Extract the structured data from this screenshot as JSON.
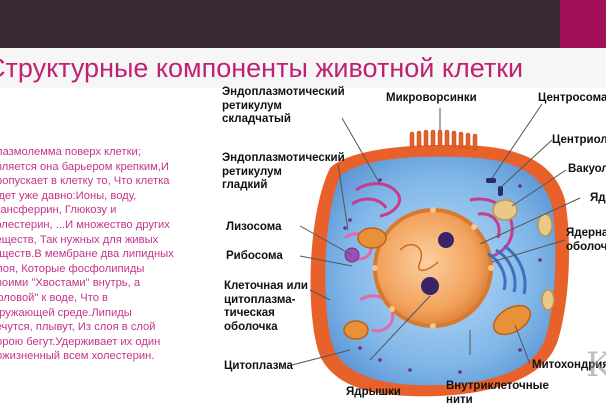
{
  "slide": {
    "title": "Структурные компоненты животной клетки",
    "watermark": "K",
    "text_lines": [
      "Плазмолемма поверх клетки;",
      "Является она барьером крепким,И",
      "Пропускает в клетку то, Что клетка",
      "Ждет уже давно:Ионы, воду,",
      "Трансферрин, Глюкозу и",
      "Холестерин, ...И множество других",
      "Веществ, Так нужных для живых",
      "существ.В мембране два липидных",
      "Слоя, Которые фосфолипиды",
      "Своими \"Хвостами\" внутрь, а",
      "\"Головой\" к воде, Что в",
      "окружающей среде.Липиды",
      "мечутся, плывут, Из слоя в слой",
      "Порою бегут.Удерживает их один",
      "Пожизненный всем холестерин."
    ]
  },
  "diagram": {
    "labels": {
      "er_rough": [
        "Эндоплазмотический",
        "ретикулум",
        "складчатый"
      ],
      "microvilli": "Микроворсинки",
      "centrosome": "Центросома",
      "centriole": "Центриоль",
      "vacuole": "Вакуоль",
      "nucleus": "Ядро",
      "er_smooth": [
        "Эндоплазмотический",
        "ретикулум",
        "гладкий"
      ],
      "lysosome": "Лизосома",
      "nuclear_envelope": [
        "Ядерная",
        "оболочка"
      ],
      "ribosome": "Рибосома",
      "membrane": [
        "Клеточная или",
        "цитоплазма-",
        "тическая",
        "оболочка"
      ],
      "cytoplasm": "Цитоплазма",
      "mitochondria": "Митохондрия",
      "nucleolus": "Ядрышки",
      "filaments": [
        "Внутриклеточные",
        "нити"
      ]
    },
    "colors": {
      "membrane": "#e8612a",
      "cytoplasm": "#7fb6e8",
      "nucleus": "#f2a25c",
      "er": "#c83c8c",
      "mitochondria": "#e8903a"
    }
  }
}
